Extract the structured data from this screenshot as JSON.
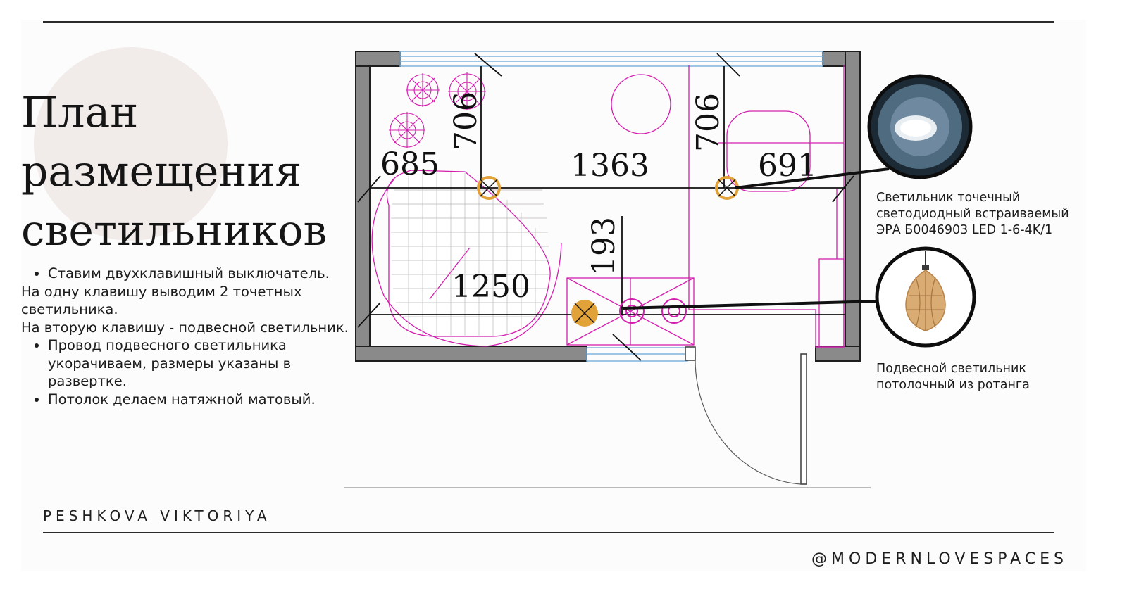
{
  "title": {
    "line1": "План",
    "line2": "размещения",
    "line3": "светильников"
  },
  "notes": {
    "bullet1": "Ставим двухклавишный выключатель.",
    "para1": "На одну клавишу выводим 2 точетных светильника.",
    "para2": "На вторую клавишу - подвесной светильник.",
    "bullet2": "Провод подвесного светильника укорачиваем, размеры указаны в развертке.",
    "bullet3": "Потолок делаем натяжной матовый."
  },
  "plan": {
    "dim_706_left": "706",
    "dim_706_right": "706",
    "dim_685": "685",
    "dim_1363": "1363",
    "dim_691": "691",
    "dim_193": "193",
    "dim_1250": "1250"
  },
  "spot_light": {
    "line1": "Светильник точечный",
    "line2": "светодиодный встраиваемый",
    "line3": "ЭРА Б0046903 LED 1-6-4K/1"
  },
  "pendant_light": {
    "line1": "Подвесной светильник",
    "line2": "потолочный из ротанга"
  },
  "author": "PESHKOVA VIKTORIYA",
  "handle": "@MODERNLOVESPACES",
  "colors": {
    "wall": "#8a8a8a",
    "furniture": "#d21fae",
    "window": "#7fb4dc",
    "light_marker": "#e2a23a",
    "deco_circle": "#f1ebea"
  }
}
